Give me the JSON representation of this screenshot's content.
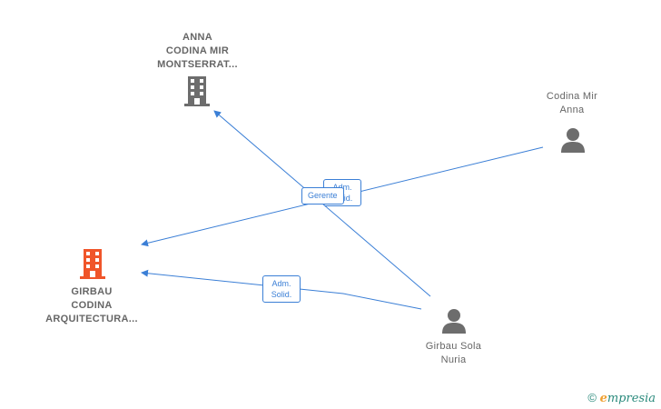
{
  "nodes": {
    "anna_company": {
      "lines": [
        "ANNA",
        "CODINA MIR",
        "MONTSERRAT..."
      ],
      "icon": "building-icon",
      "color": "#6d6d6d"
    },
    "girbau_company": {
      "lines": [
        "GIRBAU",
        "CODINA",
        "ARQUITECTURA..."
      ],
      "icon": "building-icon",
      "color": "#f0552a"
    },
    "codina_person": {
      "lines": [
        "Codina Mir",
        "Anna"
      ],
      "icon": "person-icon",
      "color": "#6d6d6d"
    },
    "girbau_person": {
      "lines": [
        "Girbau Sola",
        "Nuria"
      ],
      "icon": "person-icon",
      "color": "#6d6d6d"
    }
  },
  "edge_labels": {
    "gerente": "Gerente",
    "adm_solid_hidden": [
      "Adm.",
      "Solid."
    ],
    "adm_solid_bottom": [
      "Adm.",
      "Solid."
    ]
  },
  "colors": {
    "edge": "#3b7fd6",
    "brand_e": "#f0a030",
    "brand": "#2a8a7c"
  },
  "brand": {
    "copyright": "©",
    "initial": "e",
    "rest": "mpresia"
  }
}
